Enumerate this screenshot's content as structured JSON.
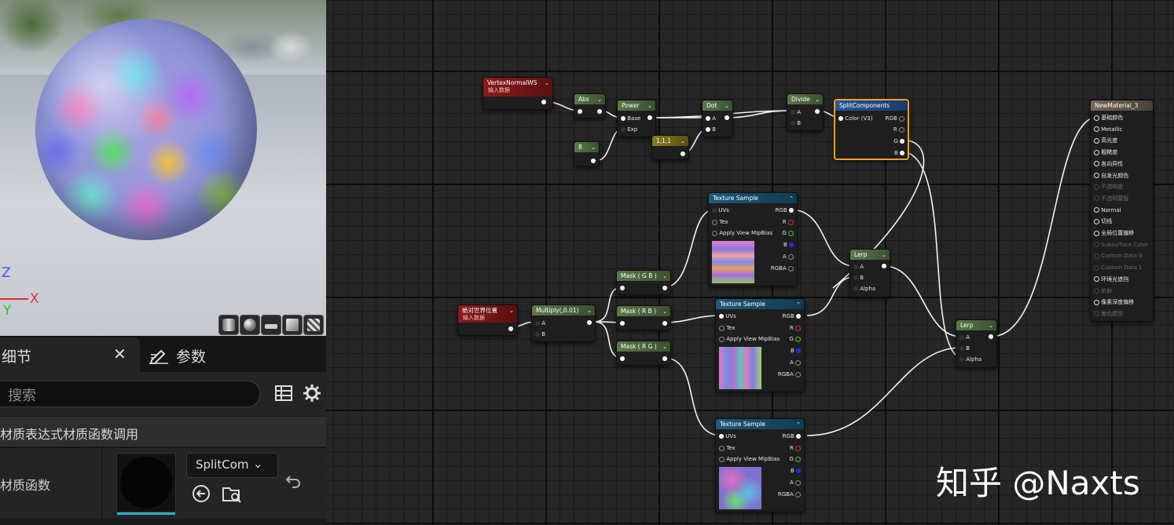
{
  "viewport": {
    "axis_z": "Z",
    "axis_x": "X",
    "axis_y": "Y"
  },
  "details": {
    "tab_details": "细节",
    "tab_params": "参数",
    "search_placeholder": "搜索",
    "section_title": "材质表达式材质函数调用",
    "property_label": "材质函数",
    "function_value": "SplitCom"
  },
  "graph": {
    "nodes": {
      "vertex_normal": {
        "title": "VertexNormalWS",
        "subtitle": "输入数据"
      },
      "abs": {
        "title": "Abs"
      },
      "power": {
        "title": "Power",
        "pins": [
          "Base",
          "Exp"
        ]
      },
      "const8": {
        "title": "8"
      },
      "dot": {
        "title": "Dot",
        "pins": [
          "A",
          "B"
        ]
      },
      "const111": {
        "title": "1,1,1"
      },
      "divide": {
        "title": "Divide",
        "pins": [
          "A",
          "B"
        ]
      },
      "split": {
        "title": "SplitComponents",
        "input": "Color (V3)",
        "outputs": [
          "RGB",
          "R",
          "G",
          "B"
        ]
      },
      "tex1": {
        "title": "Texture Sample",
        "inputs": [
          "UVs",
          "Tex",
          "Apply View MipBias"
        ],
        "outputs": [
          "RGB",
          "R",
          "G",
          "B",
          "A",
          "RGBA"
        ]
      },
      "tex2": {
        "title": "Texture Sample",
        "inputs": [
          "UVs",
          "Tex",
          "Apply View MipBias"
        ],
        "outputs": [
          "RGB",
          "R",
          "G",
          "B",
          "A",
          "RGBA"
        ]
      },
      "tex3": {
        "title": "Texture Sample",
        "inputs": [
          "UVs",
          "Tex",
          "Apply View MipBias"
        ],
        "outputs": [
          "RGB",
          "R",
          "G",
          "B",
          "A",
          "RGBA"
        ]
      },
      "mask1": {
        "title": "Mask ( G B )"
      },
      "mask2": {
        "title": "Mask ( R B )"
      },
      "mask3": {
        "title": "Mask ( R G )"
      },
      "world_pos": {
        "title": "绝对世界位置",
        "subtitle": "输入数据"
      },
      "multiply": {
        "title": "Multiply(,0.01)",
        "pins": [
          "A",
          "B"
        ]
      },
      "lerp1": {
        "title": "Lerp",
        "pins": [
          "A",
          "B",
          "Alpha"
        ]
      },
      "lerp2": {
        "title": "Lerp",
        "pins": [
          "A",
          "B",
          "Alpha"
        ]
      },
      "material": {
        "title": "NewMaterial_3",
        "pins": [
          "基础颜色",
          "Metallic",
          "高光度",
          "粗糙度",
          "各向异性",
          "自发光颜色",
          "不透明度",
          "不透明蒙版",
          "Normal",
          "切线",
          "全局位置偏移",
          "Subsurface Color",
          "Custom Data 0",
          "Custom Data 1",
          "环境光遮挡",
          "折射",
          "像素深度偏移",
          "着色模型"
        ],
        "active": [
          true,
          true,
          true,
          true,
          true,
          true,
          false,
          false,
          true,
          true,
          true,
          false,
          false,
          false,
          true,
          false,
          true,
          false
        ]
      }
    }
  },
  "watermark": "知乎 @Naxts",
  "colors": {
    "input_header": "#8a1a1a",
    "math_header": "#5a7a4a",
    "const_header": "#8a7a20",
    "texture_header": "#1e5a7a",
    "function_header": "#2a5a9a",
    "material_header": "#7a6a5a",
    "selection": "#f0a020"
  }
}
